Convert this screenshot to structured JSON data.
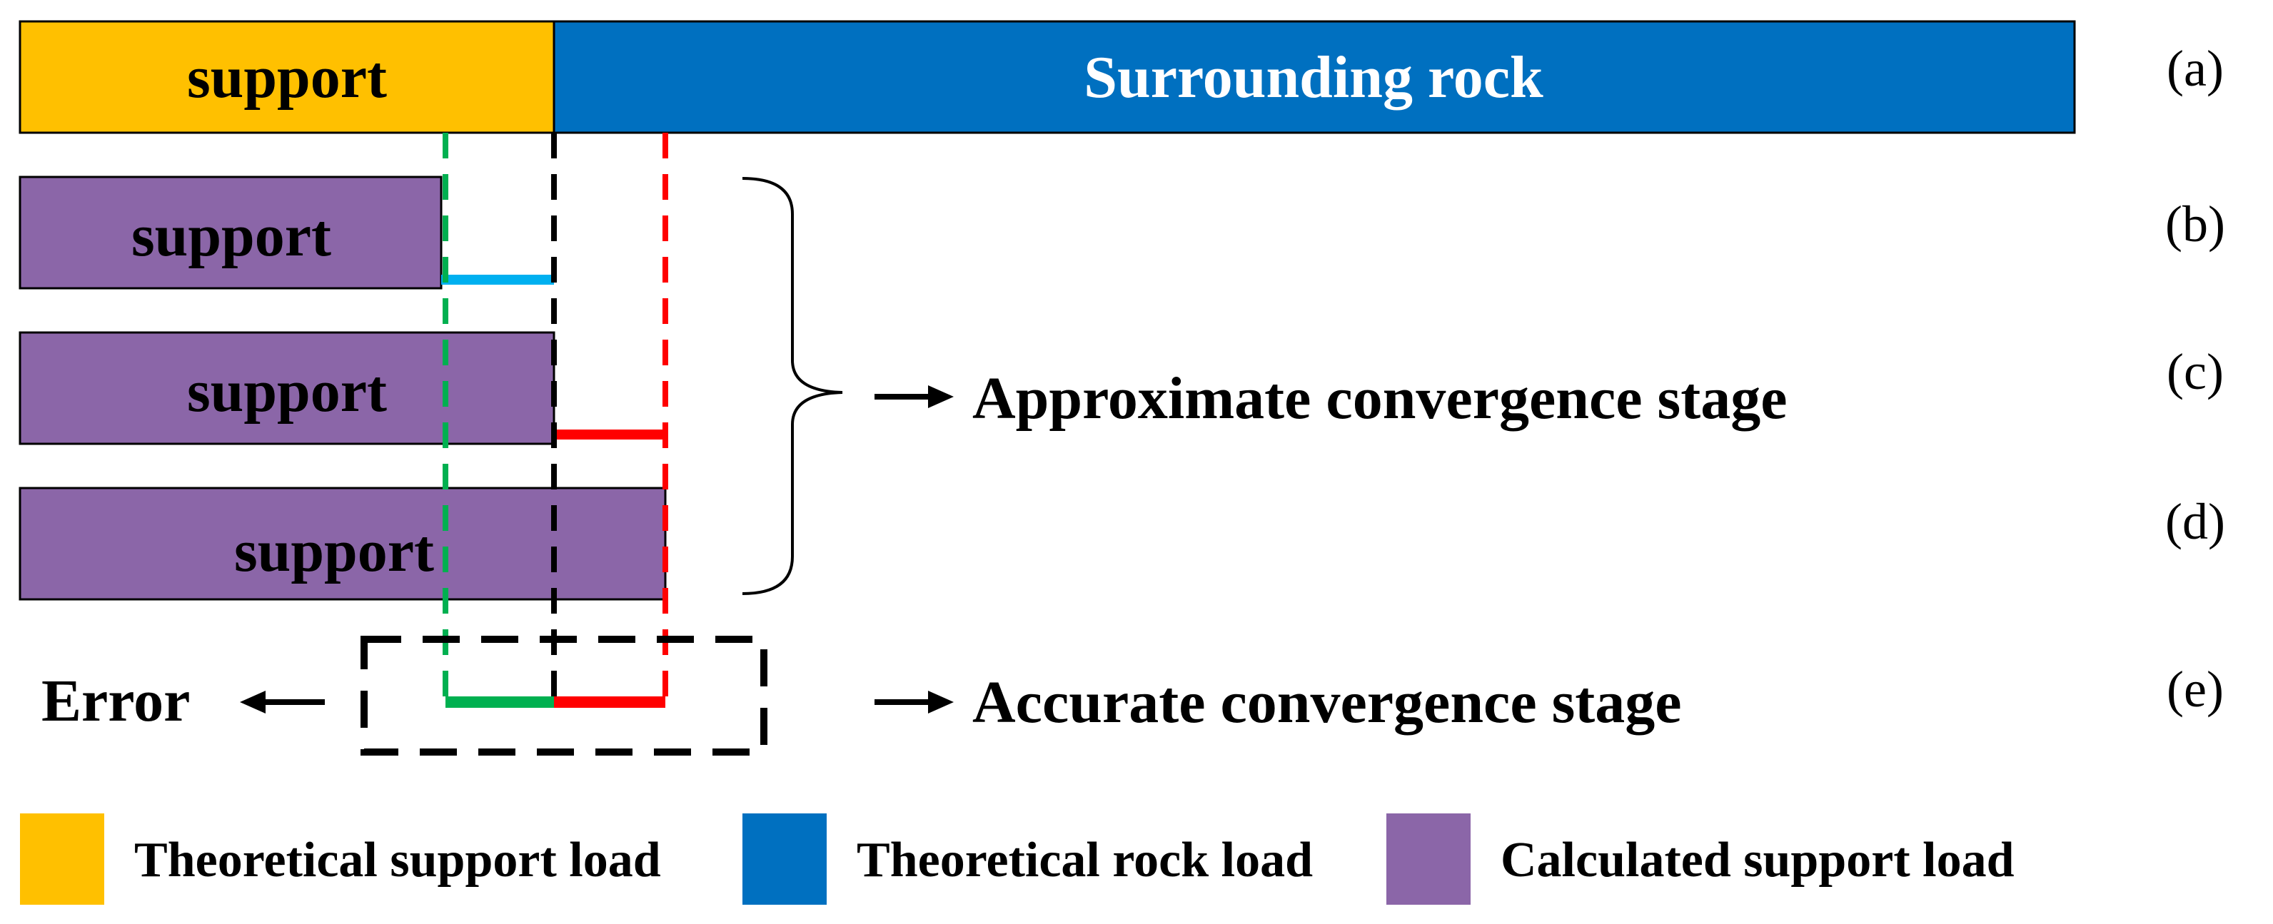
{
  "rows": {
    "a": {
      "label": "(a)",
      "support_text": "support",
      "rock_text": "Surrounding rock"
    },
    "b": {
      "label": "(b)",
      "support_text": "support"
    },
    "c": {
      "label": "(c)",
      "support_text": "support"
    },
    "d": {
      "label": "(d)",
      "support_text": "support"
    },
    "e": {
      "label": "(e)"
    }
  },
  "annotations": {
    "approximate_stage": "Approximate convergence stage",
    "accurate_stage": "Accurate convergence stage",
    "error": "Error"
  },
  "legend": [
    {
      "label": "Theoretical support load",
      "color": "#FFC000"
    },
    {
      "label": "Theoretical rock load",
      "color": "#0070C0"
    },
    {
      "label": "Calculated support load",
      "color": "#8B66A8"
    }
  ],
  "colors": {
    "theoretical_support": "#FFC000",
    "theoretical_rock": "#0070C0",
    "calculated_support": "#8B66A8",
    "guide_green": "#00B050",
    "guide_black": "#000000",
    "guide_red": "#FF0000",
    "gap_blue": "#00B0F0"
  }
}
